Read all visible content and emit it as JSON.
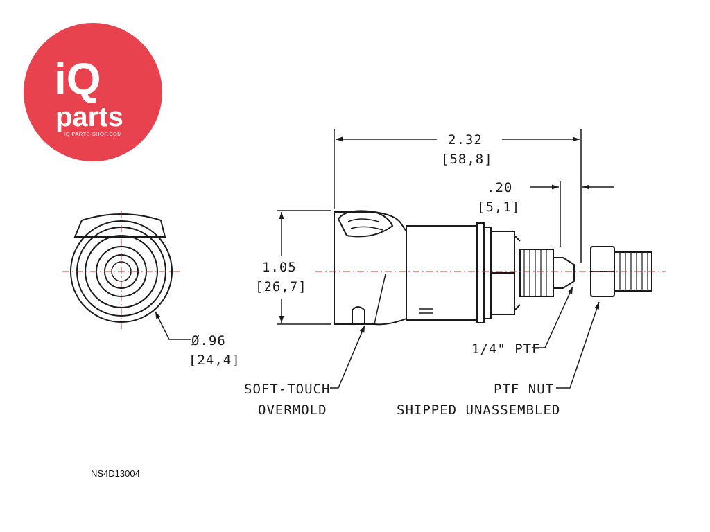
{
  "logo": {
    "line1": "iQ",
    "line2": "parts",
    "url": "IQ-PARTS-SHOP.COM",
    "color": "#e8424e"
  },
  "dimensions": {
    "overall_length": {
      "in": "2.32",
      "mm": "[58,8]"
    },
    "nut_offset": {
      "in": ".20",
      "mm": "[5,1]"
    },
    "body_height": {
      "in": "1.05",
      "mm": "[26,7]"
    },
    "diameter": {
      "in": "Ø.96",
      "mm": "[24,4]"
    }
  },
  "callouts": {
    "ptf_thread": "1/4\" PTF",
    "overmold_line1": "SOFT-TOUCH",
    "overmold_line2": "OVERMOLD",
    "nut_line1": "PTF NUT",
    "nut_line2": "SHIPPED UNASSEMBLED"
  },
  "part_code": "NS4D13004",
  "colors": {
    "line": "#1a1a1a",
    "centerline": "#d33030"
  }
}
